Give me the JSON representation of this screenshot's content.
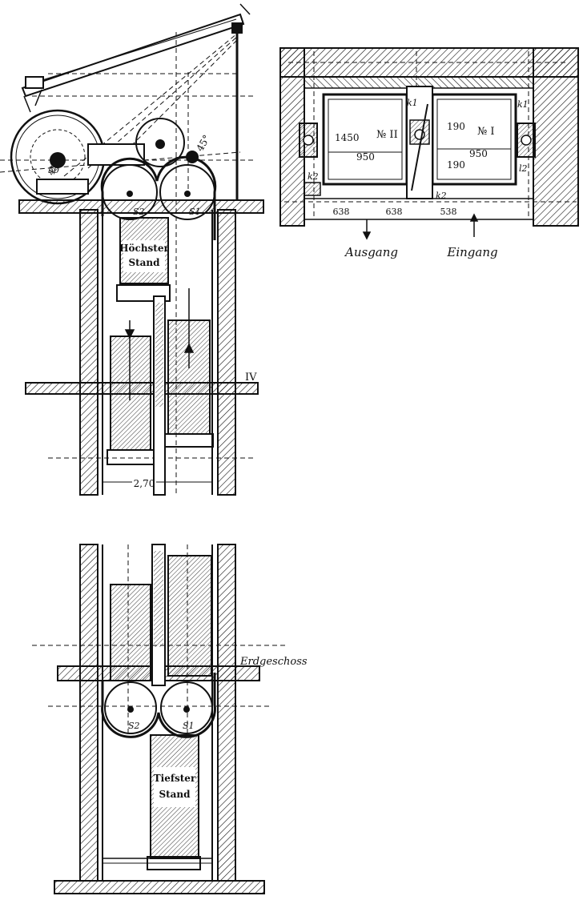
{
  "elevation_top": {
    "label_hoechster_line1": "Höchster",
    "label_hoechster_line2": "Stand",
    "sheave_left": "S2",
    "sheave_right": "S1",
    "angle_left": "45°",
    "angle_right": "45°",
    "floor_label": "IV",
    "dimension_width": "2,70"
  },
  "plan_view": {
    "cab_left": {
      "name": "№ II",
      "dim_width": "1450",
      "dim_inner": "950"
    },
    "cab_right": {
      "name": "№ I",
      "dim_width": "190",
      "dim_inner": "950",
      "dim_depth": "190"
    },
    "label_k1_a": "k1",
    "label_k1_b": "k1",
    "label_k2_a": "k2",
    "label_k2_b": "k2",
    "label_l2": "l2",
    "dim_1": "638",
    "dim_2": "638",
    "dim_3": "538",
    "exit_label": "Ausgang",
    "entrance_label": "Eingang"
  },
  "elevation_bottom": {
    "floor_label": "Erdgeschoss",
    "sheave_left": "S2",
    "sheave_right": "S1",
    "label_tiefster_line1": "Tiefster",
    "label_tiefster_line2": "Stand"
  }
}
